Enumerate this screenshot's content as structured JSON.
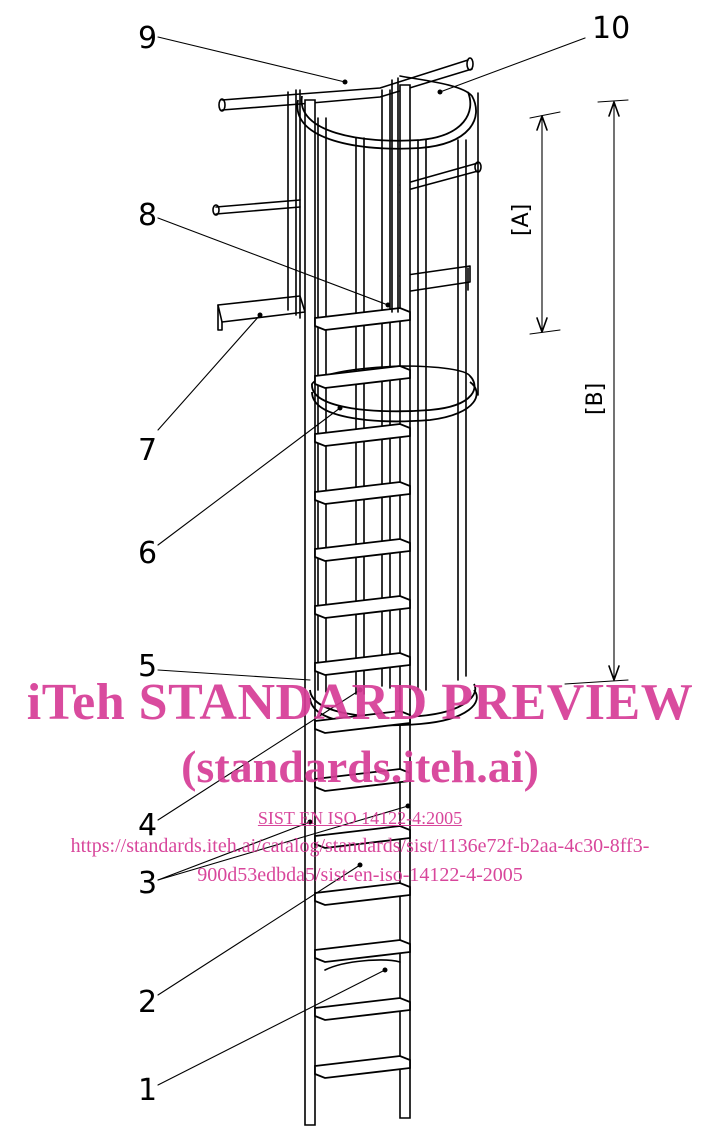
{
  "labels": {
    "n1": "1",
    "n2": "2",
    "n3": "3",
    "n4": "4",
    "n5": "5",
    "n6": "6",
    "n7": "7",
    "n8": "8",
    "n9": "9",
    "n10": "10"
  },
  "dimensions": {
    "a": "[A]",
    "b": "[B]"
  },
  "watermark": {
    "title": "iTeh STANDARD PREVIEW",
    "subtitle": "(standards.iteh.ai)",
    "standard_ref": "SIST EN ISO 14122-4:2005",
    "url_line1": "https://standards.iteh.ai/catalog/standards/sist/1136e72f-b2aa-4c30-8ff3-",
    "url_line2": "900d53edbda5/sist-en-iso-14122-4-2005"
  },
  "colors": {
    "watermark": "#d63c96",
    "lines": "#000000"
  }
}
